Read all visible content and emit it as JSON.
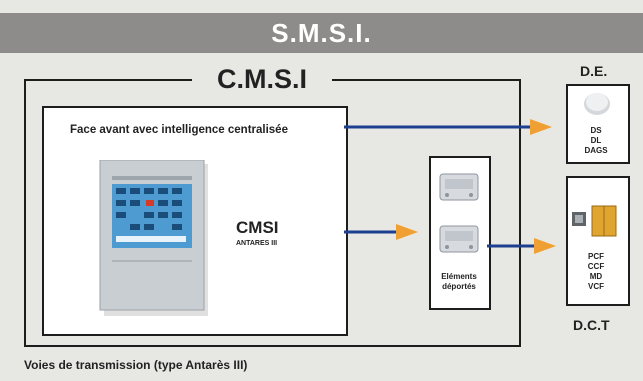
{
  "banner": {
    "title": "S.M.S.I."
  },
  "cmsi": {
    "title": "C.M.S.I",
    "panel_caption": "Face avant avec intelligence centralisée",
    "device_name": "CMSI",
    "device_model": "ANTARES III"
  },
  "remote": {
    "label_line1": "Eléments",
    "label_line2": "déportés"
  },
  "de": {
    "title": "D.E.",
    "items": [
      "DS",
      "DL",
      "DAGS"
    ]
  },
  "dct": {
    "title": "D.C.T",
    "items": [
      "PCF",
      "CCF",
      "MD",
      "VCF"
    ]
  },
  "footer": {
    "caption": "Voies de transmission (type Antarès III)"
  },
  "colors": {
    "banner": "#8d8c8a",
    "line": "#1c3f8f",
    "arrow": "#f0a032",
    "background": "#e7e7e4"
  },
  "icons": [
    "control-panel-illustration",
    "remote-module-icon",
    "detector-icon",
    "door-closer-icon"
  ]
}
